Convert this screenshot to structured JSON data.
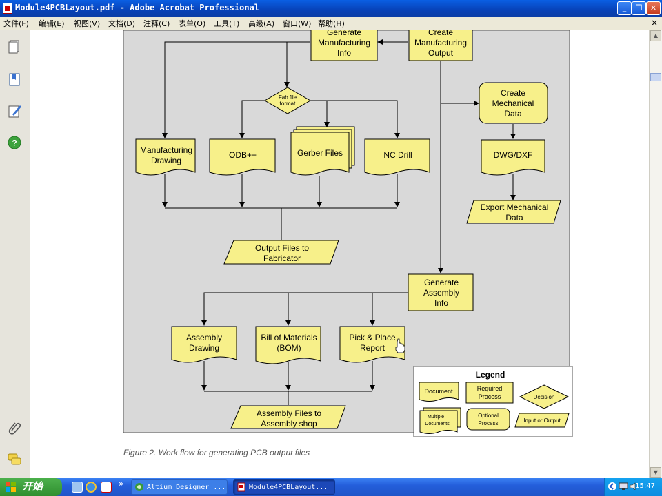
{
  "window": {
    "title": "Module4PCBLayout.pdf - Adobe Acrobat Professional",
    "minimize_icon": "minimize-icon",
    "maximize_icon": "restore-icon",
    "close_icon": "close-icon"
  },
  "menu": [
    "文件(F)",
    "编辑(E)",
    "视图(V)",
    "文档(D)",
    "注释(C)",
    "表单(O)",
    "工具(T)",
    "高级(A)",
    "窗口(W)",
    "帮助(H)"
  ],
  "menu_close": "×",
  "nav_icons": [
    "pages-icon",
    "bookmarks-icon",
    "signatures-icon",
    "help-icon",
    "attachments-icon",
    "comments-icon"
  ],
  "diagram": {
    "generate_mfg": [
      "Generate",
      "Manufacturing",
      "Info"
    ],
    "create_output": [
      "Create",
      "Manufacturing",
      "Output"
    ],
    "fab_format": [
      "Fab file",
      "format"
    ],
    "create_mech": [
      "Create",
      "Mechanical",
      "Data"
    ],
    "mfg_drawing": [
      "Manufacturing",
      "Drawing"
    ],
    "odb": "ODB++",
    "gerber": "Gerber Files",
    "nc_drill": "NC Drill",
    "dwg": "DWG/DXF",
    "export_mech": [
      "Export Mechanical",
      "Data"
    ],
    "output_fab": [
      "Output Files to",
      "Fabricator"
    ],
    "gen_assembly": [
      "Generate",
      "Assembly",
      "Info"
    ],
    "assembly_drawing": [
      "Assembly",
      "Drawing"
    ],
    "bom": [
      "Bill of Materials",
      "(BOM)"
    ],
    "pick_place": [
      "Pick & Place",
      "Report"
    ],
    "assembly_files": [
      "Assembly Files to",
      "Assembly shop"
    ],
    "legend": {
      "title": "Legend",
      "document": "Document",
      "required": [
        "Required",
        "Process"
      ],
      "decision": "Decision",
      "multi": [
        "Multiple",
        "Documents"
      ],
      "optional": [
        "Optional",
        "Process"
      ],
      "io": "Input or Output"
    }
  },
  "caption": "Figure 2. Work flow for generating PCB output files",
  "taskbar": {
    "start": "开始",
    "quick_launch": [
      "show-desktop-icon",
      "ie-icon",
      "acrobat-icon"
    ],
    "overflow": "»",
    "tasks": [
      {
        "label": "Altium Designer ...",
        "icon": "altium-icon"
      },
      {
        "label": "Module4PCBLayout...",
        "icon": "pdf-icon"
      }
    ],
    "tray_icons": [
      "tray-arrow-icon",
      "network-icon",
      "volume-icon"
    ],
    "clock": "15:47"
  }
}
